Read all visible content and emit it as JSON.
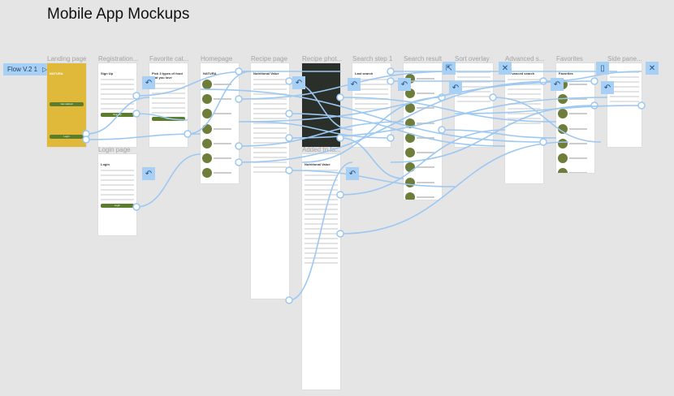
{
  "page_title": "Mobile App Mockups",
  "flow": {
    "label": "Flow V.2 1",
    "icon": "play-icon"
  },
  "frames": [
    {
      "name": "Landing page",
      "heading": "NATURA",
      "buttons": [
        "Get started",
        "Login"
      ]
    },
    {
      "name": "Registration...",
      "heading": "Sign Up",
      "buttons": [
        "Sign Up"
      ]
    },
    {
      "name": "Login page",
      "heading": "Login",
      "buttons": [
        "Login"
      ]
    },
    {
      "name": "Favorite cat...",
      "heading": "Pick 3 types of food that you love",
      "buttons": [
        "Next"
      ]
    },
    {
      "name": "Homepage",
      "heading": "NATURA",
      "buttons": []
    },
    {
      "name": "Recipe page",
      "heading": "Nutritional Value",
      "buttons": []
    },
    {
      "name": "Recipe phot...",
      "heading": "",
      "buttons": []
    },
    {
      "name": "Added to fa...",
      "heading": "Nutritional Value",
      "buttons": []
    },
    {
      "name": "Search step 1",
      "heading": "Last search",
      "buttons": []
    },
    {
      "name": "Search result",
      "heading": "",
      "buttons": []
    },
    {
      "name": "Sort overlay",
      "heading": "",
      "buttons": []
    },
    {
      "name": "Advanced s...",
      "heading": "Advanced search",
      "buttons": []
    },
    {
      "name": "Favorites",
      "heading": "Favorites",
      "buttons": []
    },
    {
      "name": "Side pane...",
      "heading": "",
      "buttons": []
    }
  ],
  "colors": {
    "canvas": "#e5e5e5",
    "connector": "#a8d0f5",
    "brand_green": "#5c7d2c",
    "landing_yellow": "#e0b93a"
  }
}
